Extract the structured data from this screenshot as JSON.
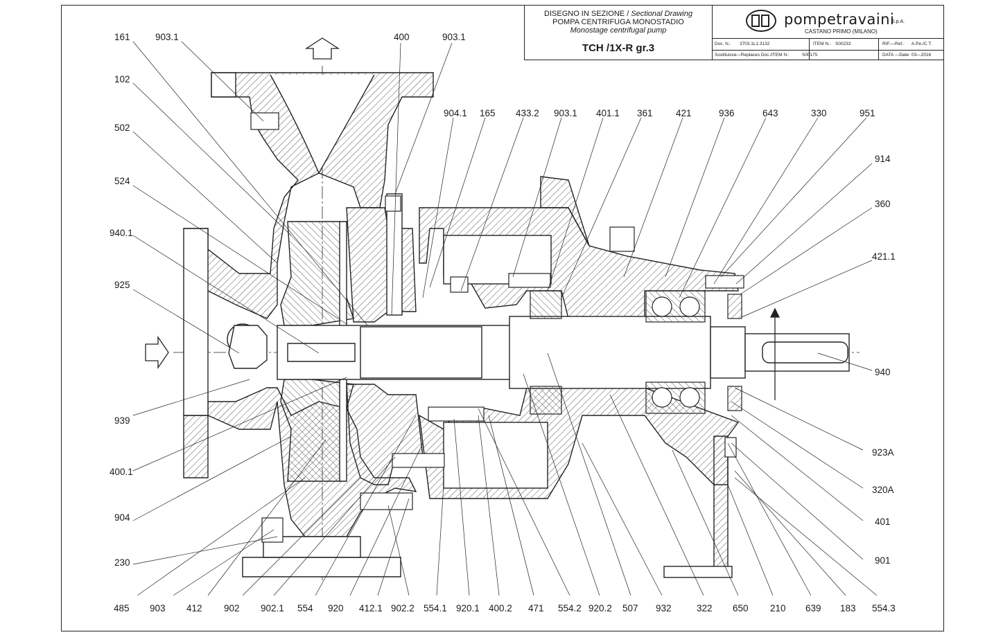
{
  "title_block": {
    "title_it": "DISEGNO IN SEZIONE /",
    "title_en": "Sectional Drawing",
    "subtitle_it": "POMPA CENTRIFUGA MONOSTADIO",
    "subtitle_en": "Monostage centrifugal pump",
    "model": "TCH /1X-R gr.3",
    "brand": "pompetravaini",
    "brand_suffix": "S.p.A.",
    "city": "CASTANO PRIMO  (MILANO)",
    "doc_label": "Doc.  N.:",
    "doc_value": "3703.1L1.3132",
    "item_label": "ITEM  N.:",
    "item_value": "S00233",
    "ref_label": "RIF.—Ref.:",
    "ref_value": "A.Pe./C.T.",
    "replaces_label": "Sostituisce—Replaces  Doc./ITEM  N.:",
    "replaces_value": "S00175",
    "date_label": "DATA —Date:",
    "date_value": "03—2016"
  },
  "callouts": {
    "top": [
      "161",
      "903.1",
      "400",
      "903.1",
      "904.1",
      "165",
      "433.2",
      "903.1",
      "401.1",
      "361",
      "421",
      "936",
      "643",
      "330",
      "951"
    ],
    "left": [
      "102",
      "502",
      "524",
      "940.1",
      "925",
      "939",
      "400.1",
      "904",
      "230"
    ],
    "right": [
      "914",
      "360",
      "421.1",
      "940",
      "923A",
      "320A",
      "401",
      "901"
    ],
    "bottom": [
      "485",
      "903",
      "412",
      "902",
      "902.1",
      "554",
      "920",
      "412.1",
      "902.2",
      "554.1",
      "920.1",
      "400.2",
      "471",
      "554.2",
      "920.2",
      "507",
      "932",
      "322",
      "650",
      "210",
      "639",
      "183",
      "554.3"
    ]
  },
  "colors": {
    "line": "#1a1a1a",
    "hatch": "#555555",
    "background": "#ffffff"
  },
  "icons": {
    "inlet": "arrow-right-icon",
    "outlet": "arrow-up-icon",
    "rotation": "arrow-up-icon",
    "logo": "pompetravaini-logo-icon"
  }
}
